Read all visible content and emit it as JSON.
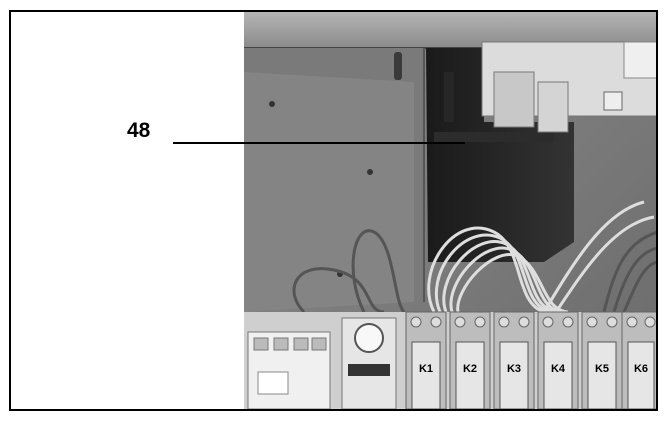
{
  "figure": {
    "callout": {
      "label": "48"
    },
    "relays": [
      {
        "label": "K1"
      },
      {
        "label": "K2"
      },
      {
        "label": "K3"
      },
      {
        "label": "K4"
      },
      {
        "label": "K5"
      },
      {
        "label": "K6"
      }
    ]
  }
}
